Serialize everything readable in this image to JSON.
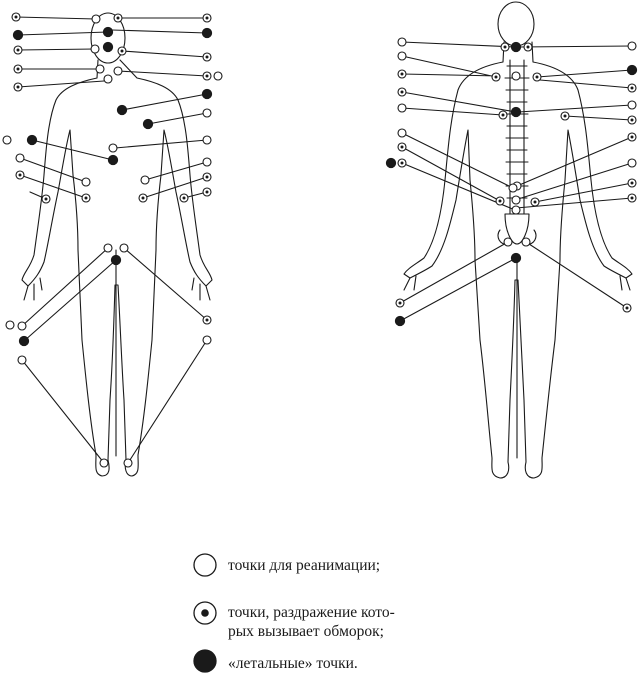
{
  "legend": {
    "items": [
      {
        "symbol": "open-circle",
        "text": "точки для реанимации;"
      },
      {
        "symbol": "dotted-circle",
        "text": "точки, раздражение кото-\nрых вызывает обморок;"
      },
      {
        "symbol": "filled-circle",
        "text": "«летальные» точки."
      }
    ]
  },
  "colors": {
    "ink": "#1a1a1a",
    "paper": "#ffffff"
  }
}
